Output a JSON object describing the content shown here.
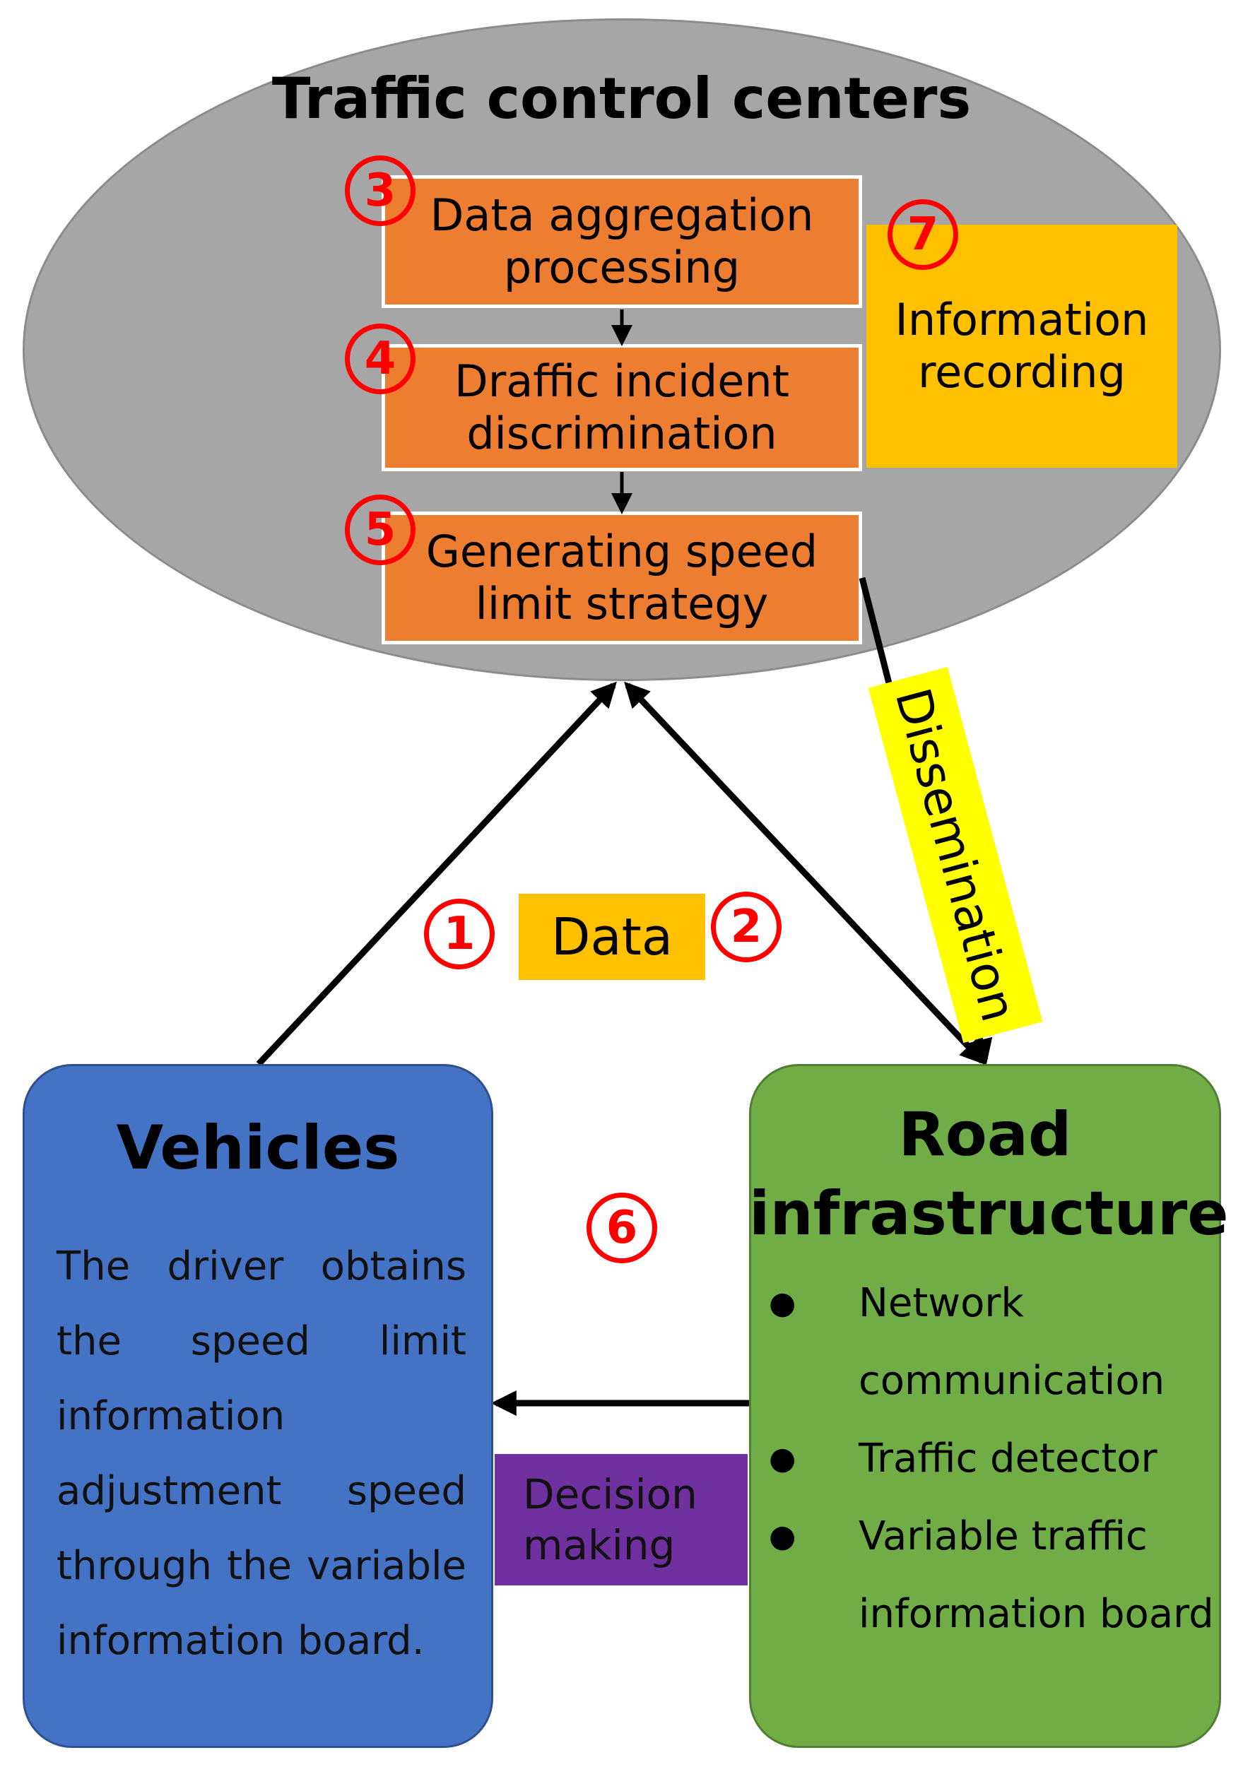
{
  "center": {
    "title": "Traffic control centers",
    "steps": [
      {
        "num": "3",
        "label": "Data aggregation\nprocessing"
      },
      {
        "num": "4",
        "label": "Draffic incident\ndiscrimination"
      },
      {
        "num": "5",
        "label": "Generating speed\nlimit strategy"
      }
    ],
    "recording": {
      "num": "7",
      "label": "Information\nrecording"
    }
  },
  "data_flow": {
    "label": "Data",
    "num_left": "1",
    "num_right": "2"
  },
  "dissemination": {
    "label": "Dissemination"
  },
  "feedback": {
    "num": "6"
  },
  "vehicles": {
    "title": "Vehicles",
    "text": "The driver obtains the speed limit information adjustment speed through the variable information board."
  },
  "road": {
    "title": "Road\ninfrastructure",
    "bullets": [
      "Network communication",
      "Traffic detector",
      "Variable traffic information board"
    ]
  },
  "decision": {
    "label": "Decision\nmaking"
  },
  "colors": {
    "ellipse": "#a6a6a6",
    "step_box": "#ed7d31",
    "recording_box": "#ffc000",
    "data_box": "#ffc000",
    "dissemination_box": "#ffff00",
    "vehicles_box": "#4472c4",
    "road_box": "#70ad47",
    "decision_box": "#7030a0",
    "number_circle": "#ff0000"
  }
}
